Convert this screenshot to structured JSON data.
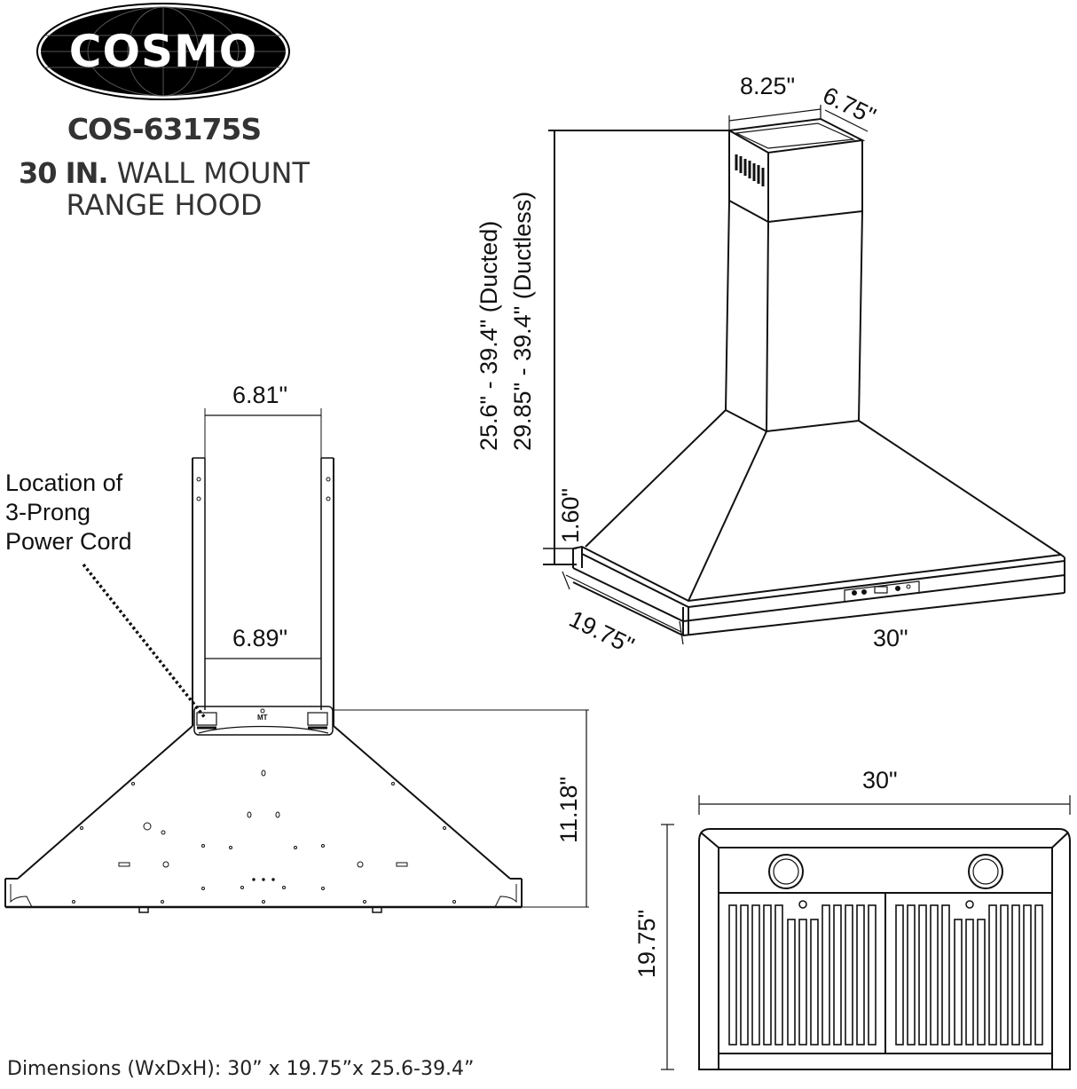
{
  "brand": {
    "logo_text": "COSMO",
    "model": "COS-63175S",
    "title_bold": "30 IN.",
    "title_rest": " WALL MOUNT",
    "title_line2": "RANGE HOOD"
  },
  "perspective_view": {
    "chimney_width": "8.25\"",
    "chimney_depth": "6.75\"",
    "height_ducted": "25.6\" - 39.4\" (Ducted)",
    "height_ductless": "29.85\" - 39.4\" (Ductless)",
    "canopy_edge_height": "1.60\"",
    "depth": "19.75\"",
    "width": "30\""
  },
  "back_view": {
    "top_bracket_width": "6.81\"",
    "inner_width": "6.89\"",
    "canopy_height": "11.18\"",
    "bracket_label": "MT",
    "callout_lines": [
      "Location of",
      "3-Prong",
      "Power Cord"
    ]
  },
  "bottom_view": {
    "width": "30\"",
    "depth": "19.75\""
  },
  "footer": {
    "dimensions": "Dimensions (WxDxH): 30” x 19.75”x 25.6-39.4”"
  },
  "colors": {
    "line": "#111111",
    "text": "#333333",
    "background": "#ffffff"
  }
}
